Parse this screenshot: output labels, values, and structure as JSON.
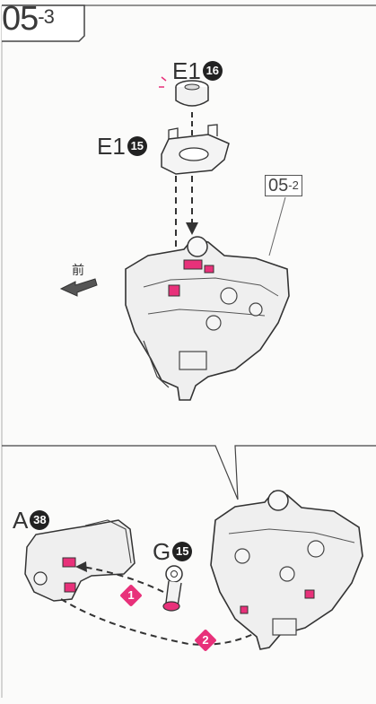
{
  "step": {
    "number": "05",
    "sub": "3"
  },
  "parts": {
    "e16": {
      "letter": "E1",
      "num": "16"
    },
    "e15": {
      "letter": "E1",
      "num": "15"
    },
    "a38": {
      "letter": "A",
      "num": "38"
    },
    "g15": {
      "letter": "G",
      "num": "15"
    }
  },
  "reference": {
    "number": "05",
    "sub": "2"
  },
  "front_label": "前",
  "order_markers": [
    "1",
    "2"
  ],
  "colors": {
    "accent": "#e8317a",
    "line": "#3a3a3a",
    "part_fill": "#efefef"
  }
}
